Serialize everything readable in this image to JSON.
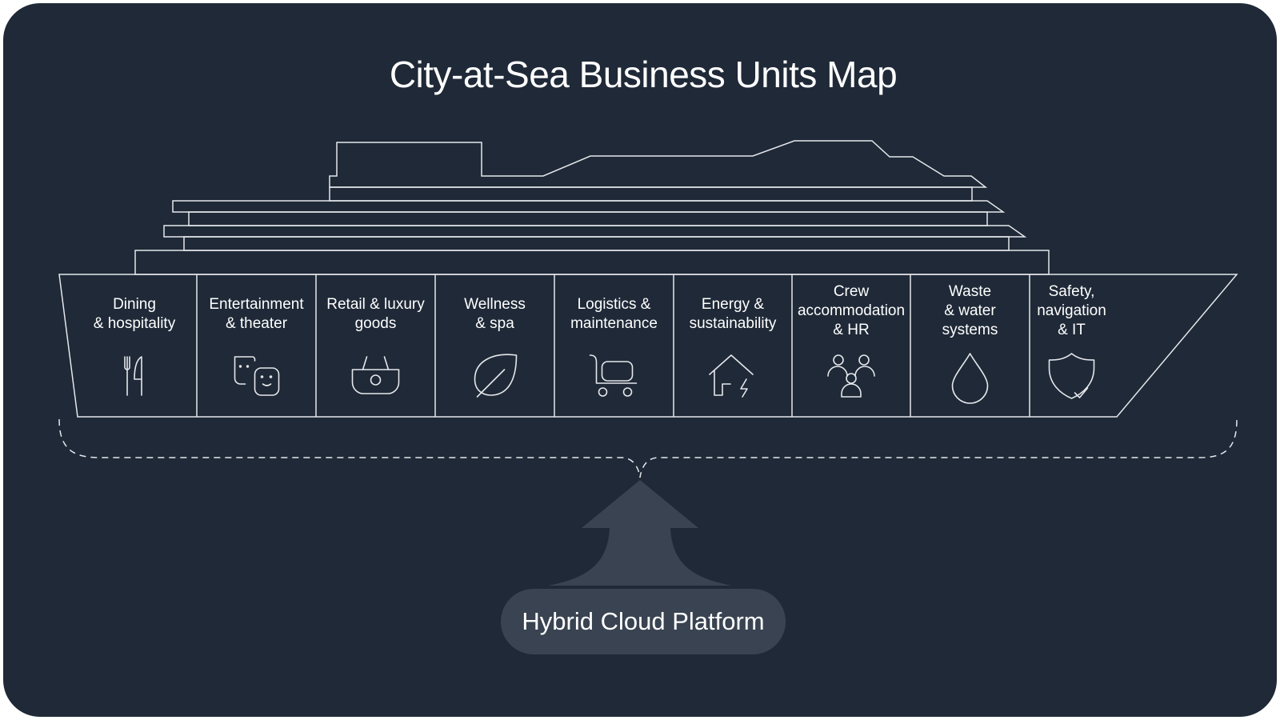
{
  "title": "City-at-Sea Business Units Map",
  "units": [
    {
      "lines": [
        "Dining",
        "& hospitality"
      ],
      "icon": "fork-knife-icon"
    },
    {
      "lines": [
        "Entertainment",
        "& theater"
      ],
      "icon": "theater-masks-icon"
    },
    {
      "lines": [
        "Retail & luxury",
        "goods"
      ],
      "icon": "shopping-basket-icon"
    },
    {
      "lines": [
        "Wellness",
        "& spa"
      ],
      "icon": "leaf-icon"
    },
    {
      "lines": [
        "Logistics &",
        "maintenance"
      ],
      "icon": "cart-icon"
    },
    {
      "lines": [
        "Energy &",
        "sustainability"
      ],
      "icon": "house-energy-icon"
    },
    {
      "lines": [
        "Crew",
        "accommodation",
        "& HR"
      ],
      "icon": "people-icon"
    },
    {
      "lines": [
        "Waste",
        "& water",
        "systems"
      ],
      "icon": "water-drop-icon"
    },
    {
      "lines": [
        "Safety,",
        "navigation",
        "& IT"
      ],
      "icon": "shield-check-icon"
    }
  ],
  "platform_label": "Hybrid Cloud Platform",
  "colors": {
    "background": "#1f2937",
    "line": "#e5e7eb",
    "arrow": "#394351",
    "pill": "#394351",
    "text": "#ffffff"
  }
}
